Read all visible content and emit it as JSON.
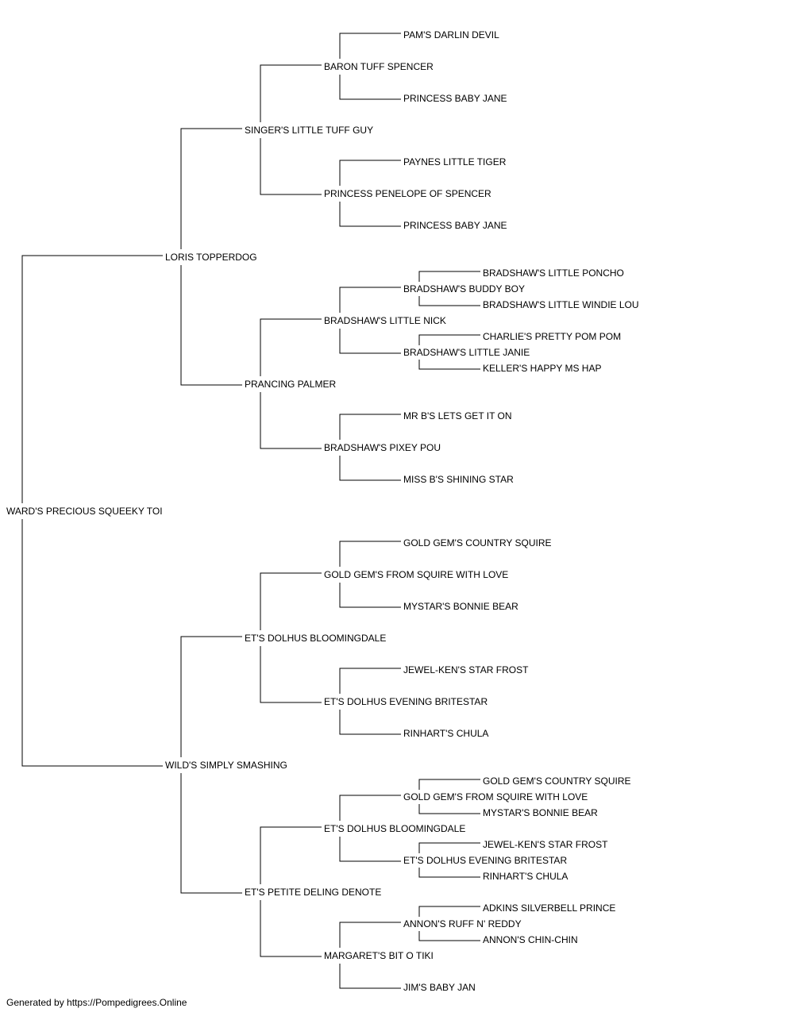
{
  "pedigree": {
    "name": "WARD'S PRECIOUS SQUEEKY TOI",
    "sire": {
      "name": "LORIS TOPPERDOG",
      "sire": {
        "name": "SINGER'S LITTLE TUFF GUY",
        "sire": {
          "name": "BARON TUFF SPENCER",
          "sire": {
            "name": "PAM'S DARLIN DEVIL"
          },
          "dam": {
            "name": "PRINCESS BABY JANE"
          }
        },
        "dam": {
          "name": "PRINCESS PENELOPE OF SPENCER",
          "sire": {
            "name": "PAYNES LITTLE TIGER"
          },
          "dam": {
            "name": "PRINCESS BABY JANE"
          }
        }
      },
      "dam": {
        "name": "PRANCING PALMER",
        "sire": {
          "name": "BRADSHAW'S LITTLE NICK",
          "sire": {
            "name": "BRADSHAW'S BUDDY BOY",
            "sire": {
              "name": "BRADSHAW'S LITTLE PONCHO"
            },
            "dam": {
              "name": "BRADSHAW'S LITTLE WINDIE LOU"
            }
          },
          "dam": {
            "name": "BRADSHAW'S LITTLE JANIE",
            "sire": {
              "name": "CHARLIE'S PRETTY POM POM"
            },
            "dam": {
              "name": "KELLER'S HAPPY MS HAP"
            }
          }
        },
        "dam": {
          "name": "BRADSHAW'S PIXEY POU",
          "sire": {
            "name": "MR B'S LETS GET IT ON"
          },
          "dam": {
            "name": "MISS B'S SHINING STAR"
          }
        }
      }
    },
    "dam": {
      "name": "WILD'S SIMPLY SMASHING",
      "sire": {
        "name": "ET'S DOLHUS BLOOMINGDALE",
        "sire": {
          "name": "GOLD GEM'S FROM SQUIRE WITH LOVE",
          "sire": {
            "name": "GOLD GEM'S COUNTRY SQUIRE"
          },
          "dam": {
            "name": "MYSTAR'S BONNIE BEAR"
          }
        },
        "dam": {
          "name": "ET'S DOLHUS EVENING BRITESTAR",
          "sire": {
            "name": "JEWEL-KEN'S STAR FROST"
          },
          "dam": {
            "name": "RINHART'S CHULA"
          }
        }
      },
      "dam": {
        "name": "ET'S PETITE DELING DENOTE",
        "sire": {
          "name": "ET'S DOLHUS BLOOMINGDALE",
          "sire": {
            "name": "GOLD GEM'S FROM SQUIRE WITH LOVE",
            "sire": {
              "name": "GOLD GEM'S COUNTRY SQUIRE"
            },
            "dam": {
              "name": "MYSTAR'S BONNIE BEAR"
            }
          },
          "dam": {
            "name": "ET'S DOLHUS EVENING BRITESTAR",
            "sire": {
              "name": "JEWEL-KEN'S STAR FROST"
            },
            "dam": {
              "name": "RINHART'S CHULA"
            }
          }
        },
        "dam": {
          "name": "MARGARET'S BIT O TIKI",
          "sire": {
            "name": "ANNON'S RUFF N' REDDY",
            "sire": {
              "name": "ADKINS SILVERBELL PRINCE"
            },
            "dam": {
              "name": "ANNON'S CHIN-CHIN"
            }
          },
          "dam": {
            "name": "JIM'S BABY JAN"
          }
        }
      }
    }
  },
  "footer": "Generated by https://Pompedigrees.Online"
}
